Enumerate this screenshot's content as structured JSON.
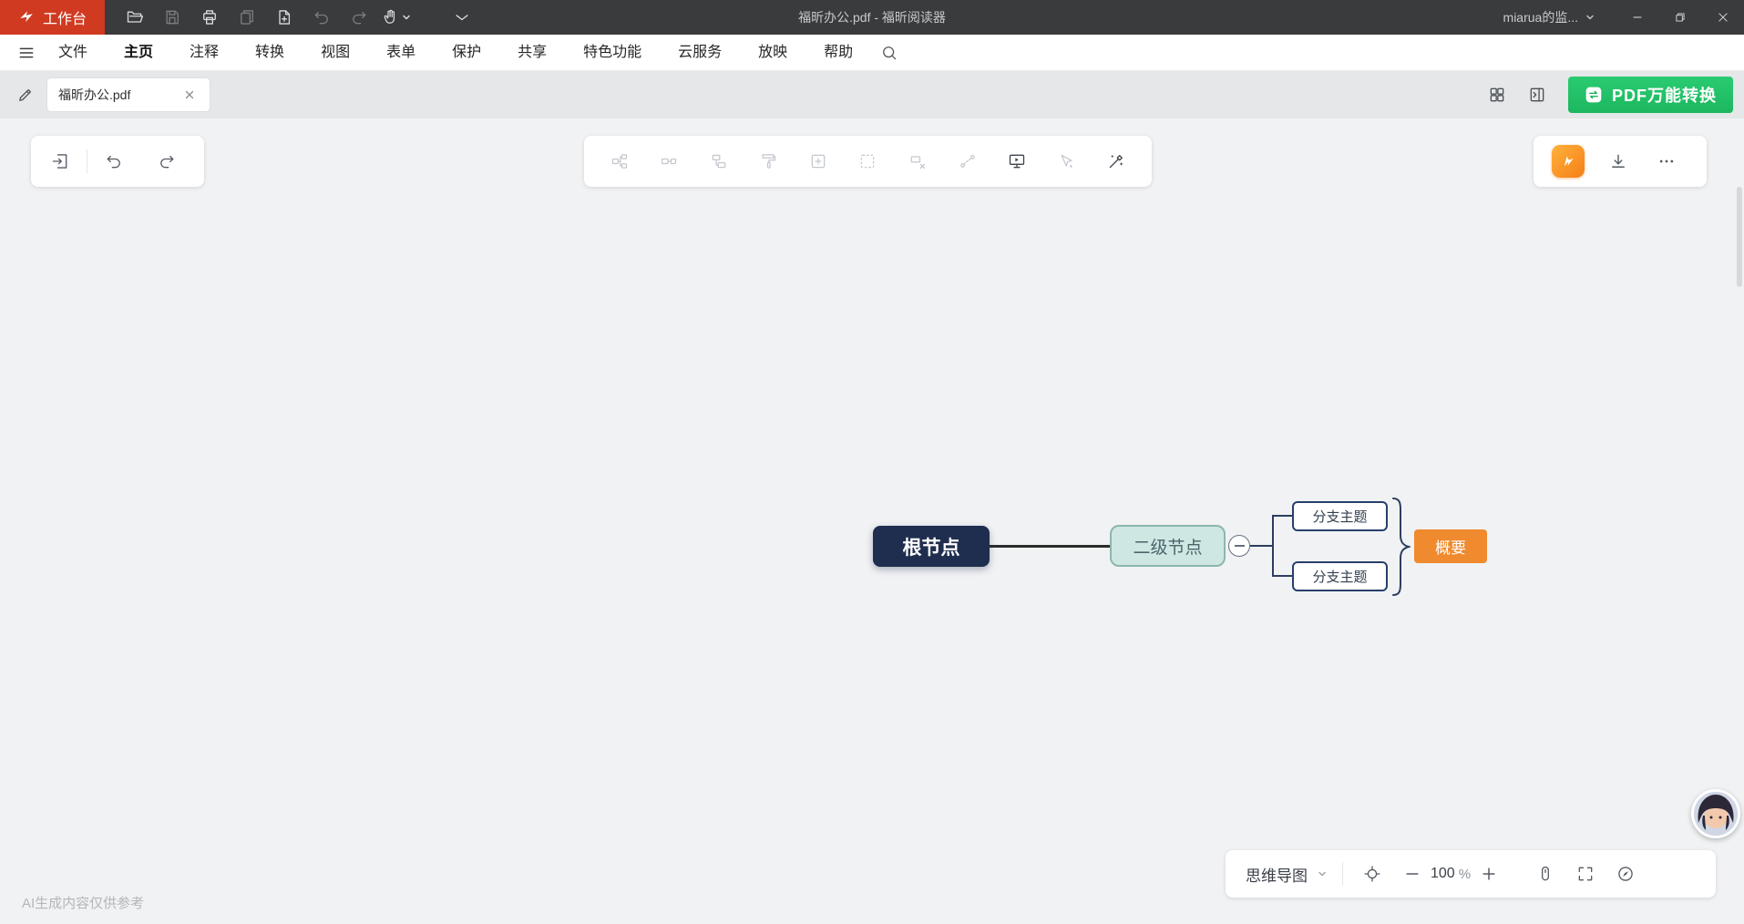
{
  "titlebar": {
    "workspace": "工作台",
    "title": "福昕办公.pdf - 福昕阅读器",
    "account": "miarua的监...",
    "icons": [
      "foxit-logo",
      "open-file",
      "save",
      "print",
      "copy",
      "new-document",
      "undo",
      "redo",
      "hand-tool",
      "collapse-toolbar",
      "minimize",
      "restore",
      "close"
    ]
  },
  "menubar": {
    "items": [
      "文件",
      "主页",
      "注释",
      "转换",
      "视图",
      "表单",
      "保护",
      "共享",
      "特色功能",
      "云服务",
      "放映",
      "帮助"
    ],
    "active_item": "主页",
    "icons": [
      "menu-hamburger",
      "search"
    ]
  },
  "tabbar": {
    "active_tab": "福昕办公.pdf",
    "convert_button": "PDF万能转换",
    "icons": [
      "annotate-pencil",
      "grid-view",
      "page-panel",
      "pdf-convert",
      "tab-close"
    ]
  },
  "workspace_toolbars": {
    "left_icons": [
      "enter-panel",
      "undo",
      "redo"
    ],
    "center_icons": [
      "insert-topic",
      "insert-subtopic",
      "insert-sibling",
      "format-painter",
      "insert-node",
      "select-area",
      "remove-node",
      "relationship-line",
      "presentation-mode",
      "smart-pointer",
      "ai-generate"
    ],
    "right_icons": [
      "foxit-assistant",
      "download",
      "more"
    ]
  },
  "mindmap": {
    "root": "根节点",
    "secondary": "二级节点",
    "branches": [
      "分支主题",
      "分支主题"
    ],
    "summary": "概要"
  },
  "statusbar": {
    "map_type": "思维导图",
    "zoom_value": "100",
    "zoom_unit": "%",
    "icons": [
      "dropdown-chevron",
      "locate",
      "zoom-out",
      "zoom-in",
      "mouse-mode",
      "fullscreen",
      "overview"
    ]
  },
  "canvas": {
    "disclaimer": "AI生成内容仅供参考"
  },
  "colors": {
    "brand_red": "#d03a21",
    "brand_green": "#22c268",
    "summary_orange": "#f08a2e",
    "root_navy": "#1f2e4e",
    "secondary_fill": "#cfe7e3",
    "secondary_border": "#8cb6ae",
    "titlebar_bg": "#3a3b3d",
    "canvas_bg": "#f1f2f4"
  }
}
